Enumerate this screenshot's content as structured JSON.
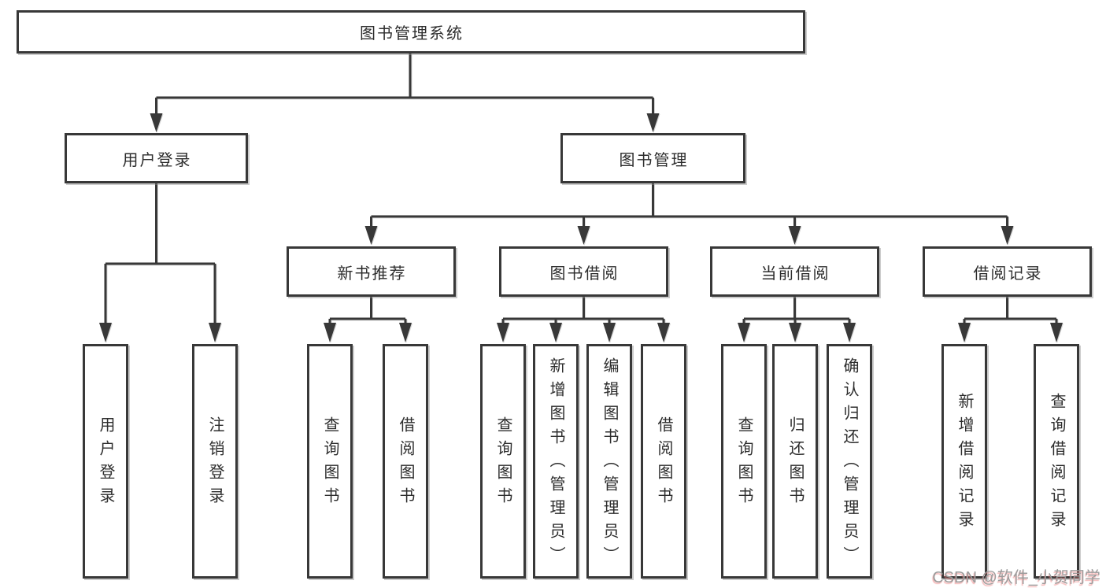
{
  "diagram": {
    "root": {
      "label": "图书管理系统"
    },
    "level2": [
      {
        "label": "用户登录",
        "parent": "图书管理系统"
      },
      {
        "label": "图书管理",
        "parent": "图书管理系统"
      }
    ],
    "level3": [
      {
        "label": "新书推荐",
        "parent": "图书管理"
      },
      {
        "label": "图书借阅",
        "parent": "图书管理"
      },
      {
        "label": "当前借阅",
        "parent": "图书管理"
      },
      {
        "label": "借阅记录",
        "parent": "图书管理"
      }
    ],
    "leaves": [
      {
        "label": "用户登录",
        "parent": "用户登录"
      },
      {
        "label": "注销登录",
        "parent": "用户登录"
      },
      {
        "label": "查询图书",
        "parent": "新书推荐"
      },
      {
        "label": "借阅图书",
        "parent": "新书推荐"
      },
      {
        "label": "查询图书",
        "parent": "图书借阅"
      },
      {
        "label": "新增图书（管理员）",
        "parent": "图书借阅"
      },
      {
        "label": "编辑图书（管理员）",
        "parent": "图书借阅"
      },
      {
        "label": "借阅图书",
        "parent": "图书借阅"
      },
      {
        "label": "查询图书",
        "parent": "当前借阅"
      },
      {
        "label": "归还图书",
        "parent": "当前借阅"
      },
      {
        "label": "确认归还（管理员）",
        "parent": "当前借阅"
      },
      {
        "label": "新增借阅记录",
        "parent": "借阅记录"
      },
      {
        "label": "查询借阅记录",
        "parent": "借阅记录"
      }
    ],
    "colors": {
      "line": "#383838",
      "box_border": "#383838",
      "text": "#2d2d2d",
      "background": "#ffffff",
      "watermark_gray": "#9c9c9c",
      "watermark_red": "#eb7878"
    }
  },
  "watermark": {
    "text": "CSDN @软件_小贺同学"
  }
}
